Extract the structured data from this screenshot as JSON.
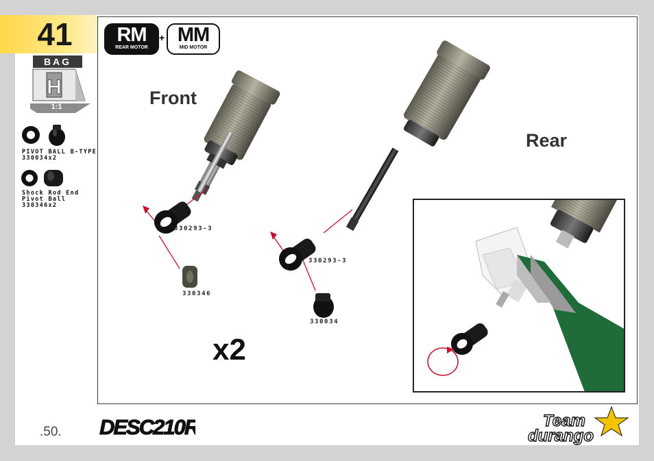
{
  "step": {
    "number": "41"
  },
  "sidebar": {
    "bag_label": "BAG",
    "bag_letter": "H",
    "scale": "1:1",
    "parts": [
      {
        "name": "PIVOT BALL B-TYPE",
        "code": "330034x2"
      },
      {
        "name": "Shock Rod End",
        "name2": "Pivot Ball",
        "code": "330346x2"
      }
    ]
  },
  "badges": {
    "rm": {
      "big": "RM",
      "small": "REAR MOTOR"
    },
    "plus": "+",
    "mm": {
      "big": "MM",
      "small": "MID MOTOR"
    }
  },
  "labels": {
    "front": "Front",
    "rear": "Rear",
    "multiplier": "x2"
  },
  "part_codes": {
    "front_rod_end": "330293-3",
    "front_ball": "330346",
    "rear_rod_end": "330293-3",
    "rear_ball": "330034"
  },
  "footer": {
    "page_number": ".50.",
    "brand_left": "DESC210R",
    "brand_right_line1": "Team",
    "brand_right_line2": "durango"
  },
  "colors": {
    "step_tab": "#ffd84a",
    "frame": "#3a3a3a",
    "arrow": "#c8102e",
    "shock_body": "#8f8c7a",
    "pliers": "#1f6b3a"
  }
}
